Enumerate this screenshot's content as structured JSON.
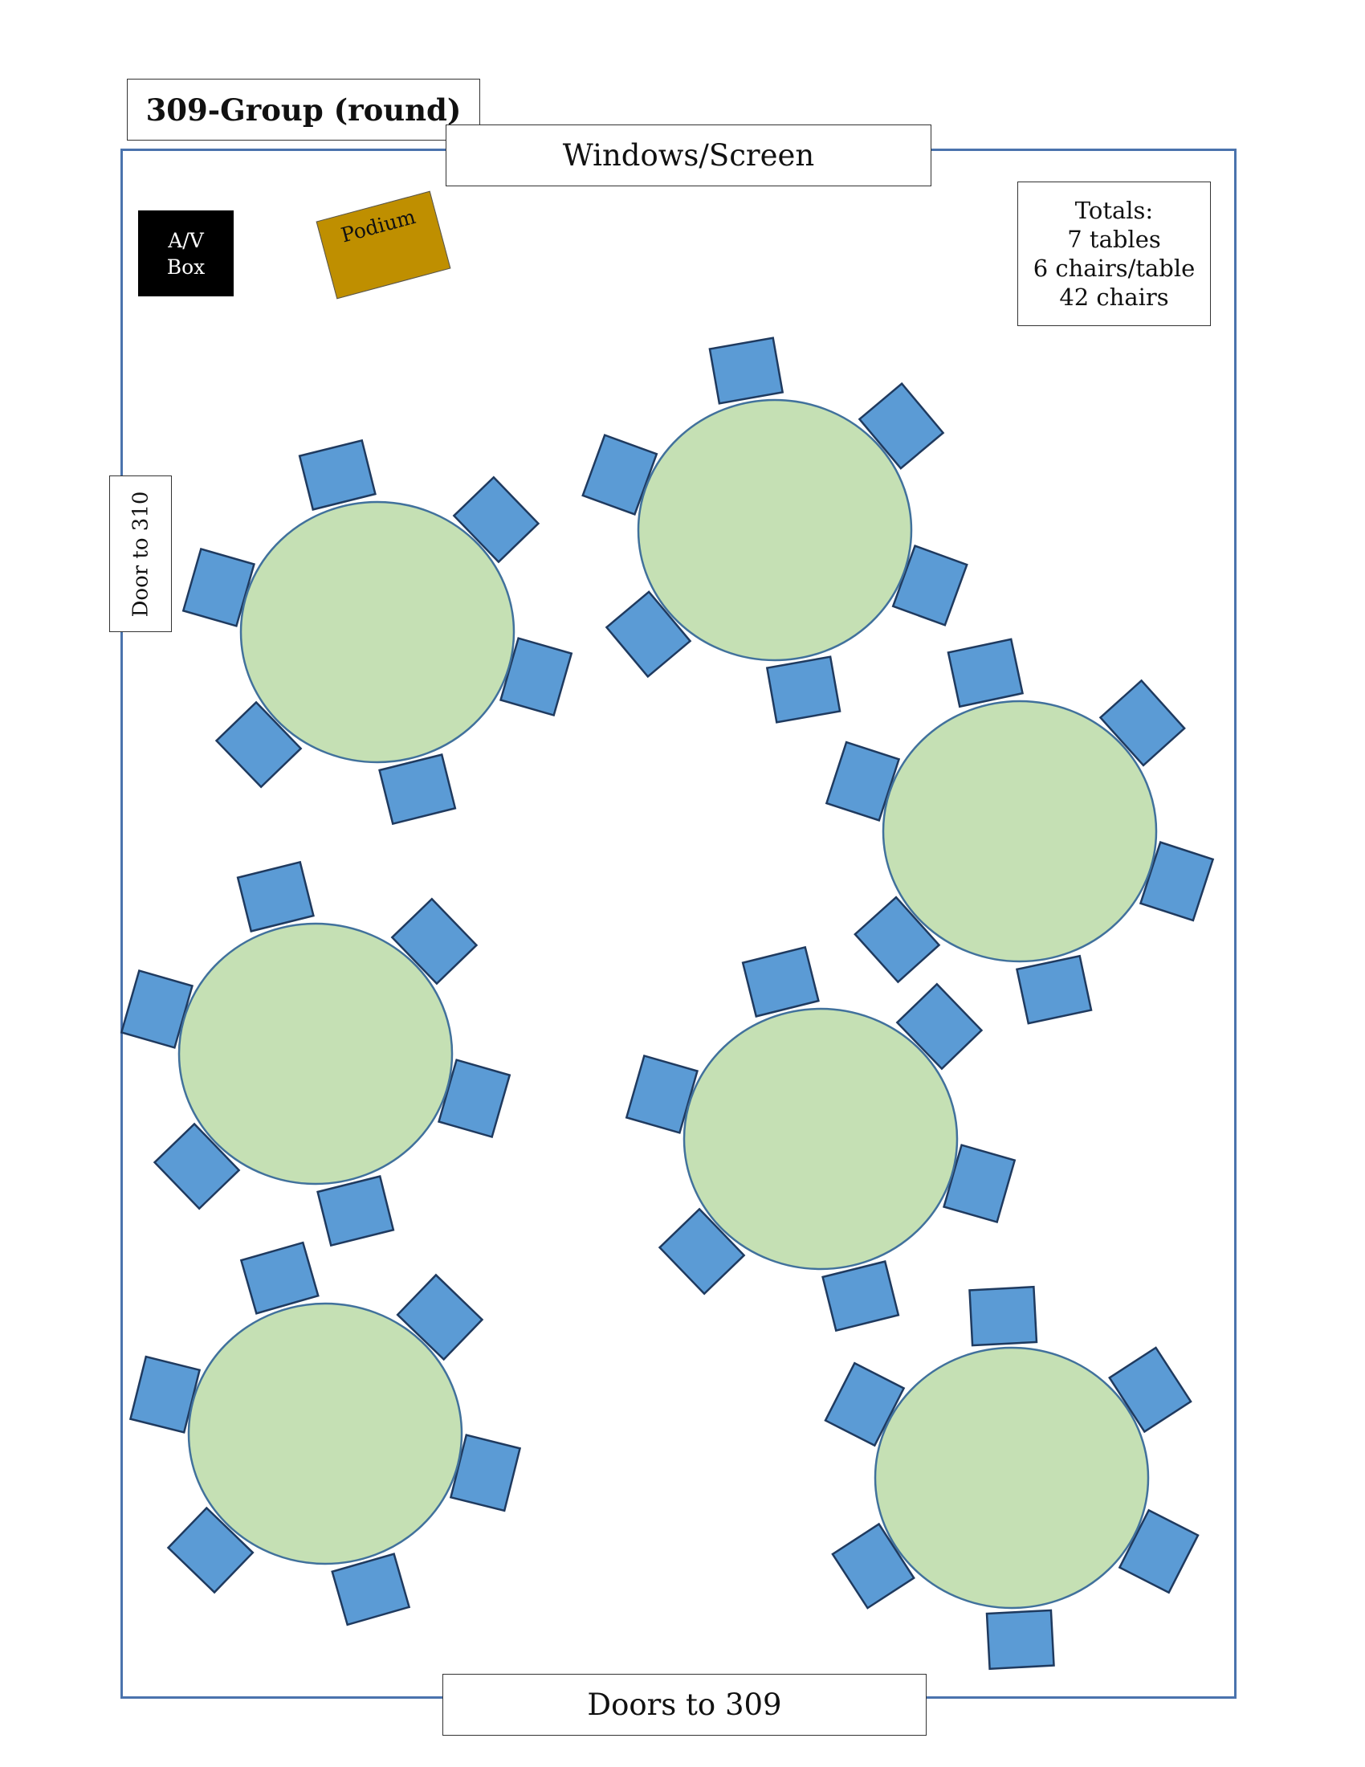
{
  "title": "309-Group (round)",
  "windows_label": "Windows/Screen",
  "doors_label": "Doors to 309",
  "side_door_label": "Door to 310",
  "av_box": {
    "line1": "A/V",
    "line2": "Box"
  },
  "podium_label": "Podium",
  "totals": {
    "heading": "Totals:",
    "tables": "7 tables",
    "chairs_per_table": "6 chairs/table",
    "chairs": "42 chairs"
  },
  "colors": {
    "table_fill": "#c5e0b4",
    "chair_fill": "#5b9bd5",
    "room_border": "#4a73ad",
    "podium_fill": "#bf8f00",
    "av_box_fill": "#000000"
  }
}
